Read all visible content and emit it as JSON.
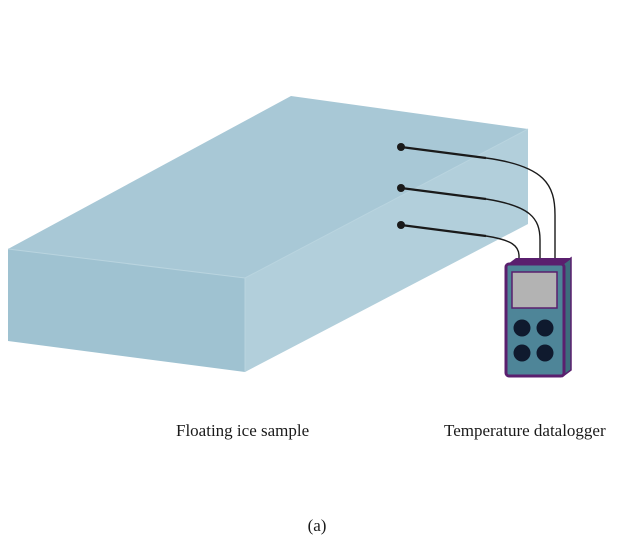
{
  "figure": {
    "ice_label": "Floating ice sample",
    "logger_label": "Temperature datalogger",
    "caption": "(a)",
    "probe_count": 3,
    "logger_button_count": 4
  },
  "colors": {
    "ice_top": "#a8c8d6",
    "ice_front": "#9fc2d1",
    "ice_side": "#b5d0dc",
    "ice_edge": "#8fb6c7",
    "probe": "#1a1a1a",
    "logger_body": "#4e8598",
    "logger_frame": "#5a1f6e",
    "logger_screen": "#b3b3b3",
    "logger_button": "#0f1a2e"
  }
}
